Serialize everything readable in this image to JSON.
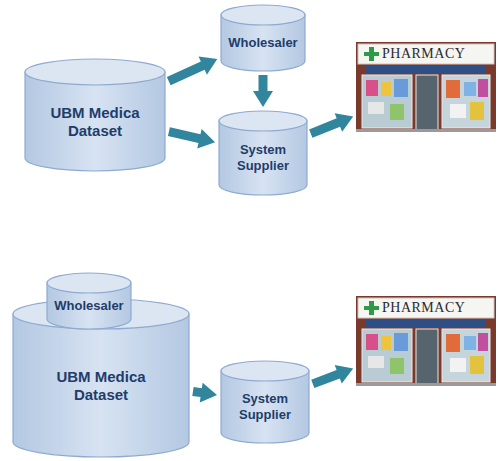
{
  "diagram": {
    "nodes": [
      {
        "text": [
          "Wholesaler"
        ]
      },
      {
        "text": [
          "UBM Medica Dataset"
        ]
      },
      {
        "text": [
          "System Supplier"
        ]
      },
      {
        "text": [
          "PHARMACY"
        ]
      },
      {
        "text": [
          "UBM Medica Dataset"
        ]
      },
      {
        "text": [
          "Wholesaler"
        ],
        "in": 4
      },
      {
        "text": [
          "System Supplier"
        ]
      },
      {
        "text": [
          "PHARMACY"
        ]
      }
    ],
    "edges": [
      {
        "from": 1,
        "to": 0,
        "arrow": "to"
      },
      {
        "from": 1,
        "to": 2,
        "arrow": "to"
      },
      {
        "from": 0,
        "to": 2,
        "arrow": "to"
      },
      {
        "from": 2,
        "to": 3,
        "arrow": "to"
      },
      {
        "from": 4,
        "to": 6,
        "arrow": "to"
      },
      {
        "from": 6,
        "to": 7,
        "arrow": "to"
      }
    ]
  }
}
